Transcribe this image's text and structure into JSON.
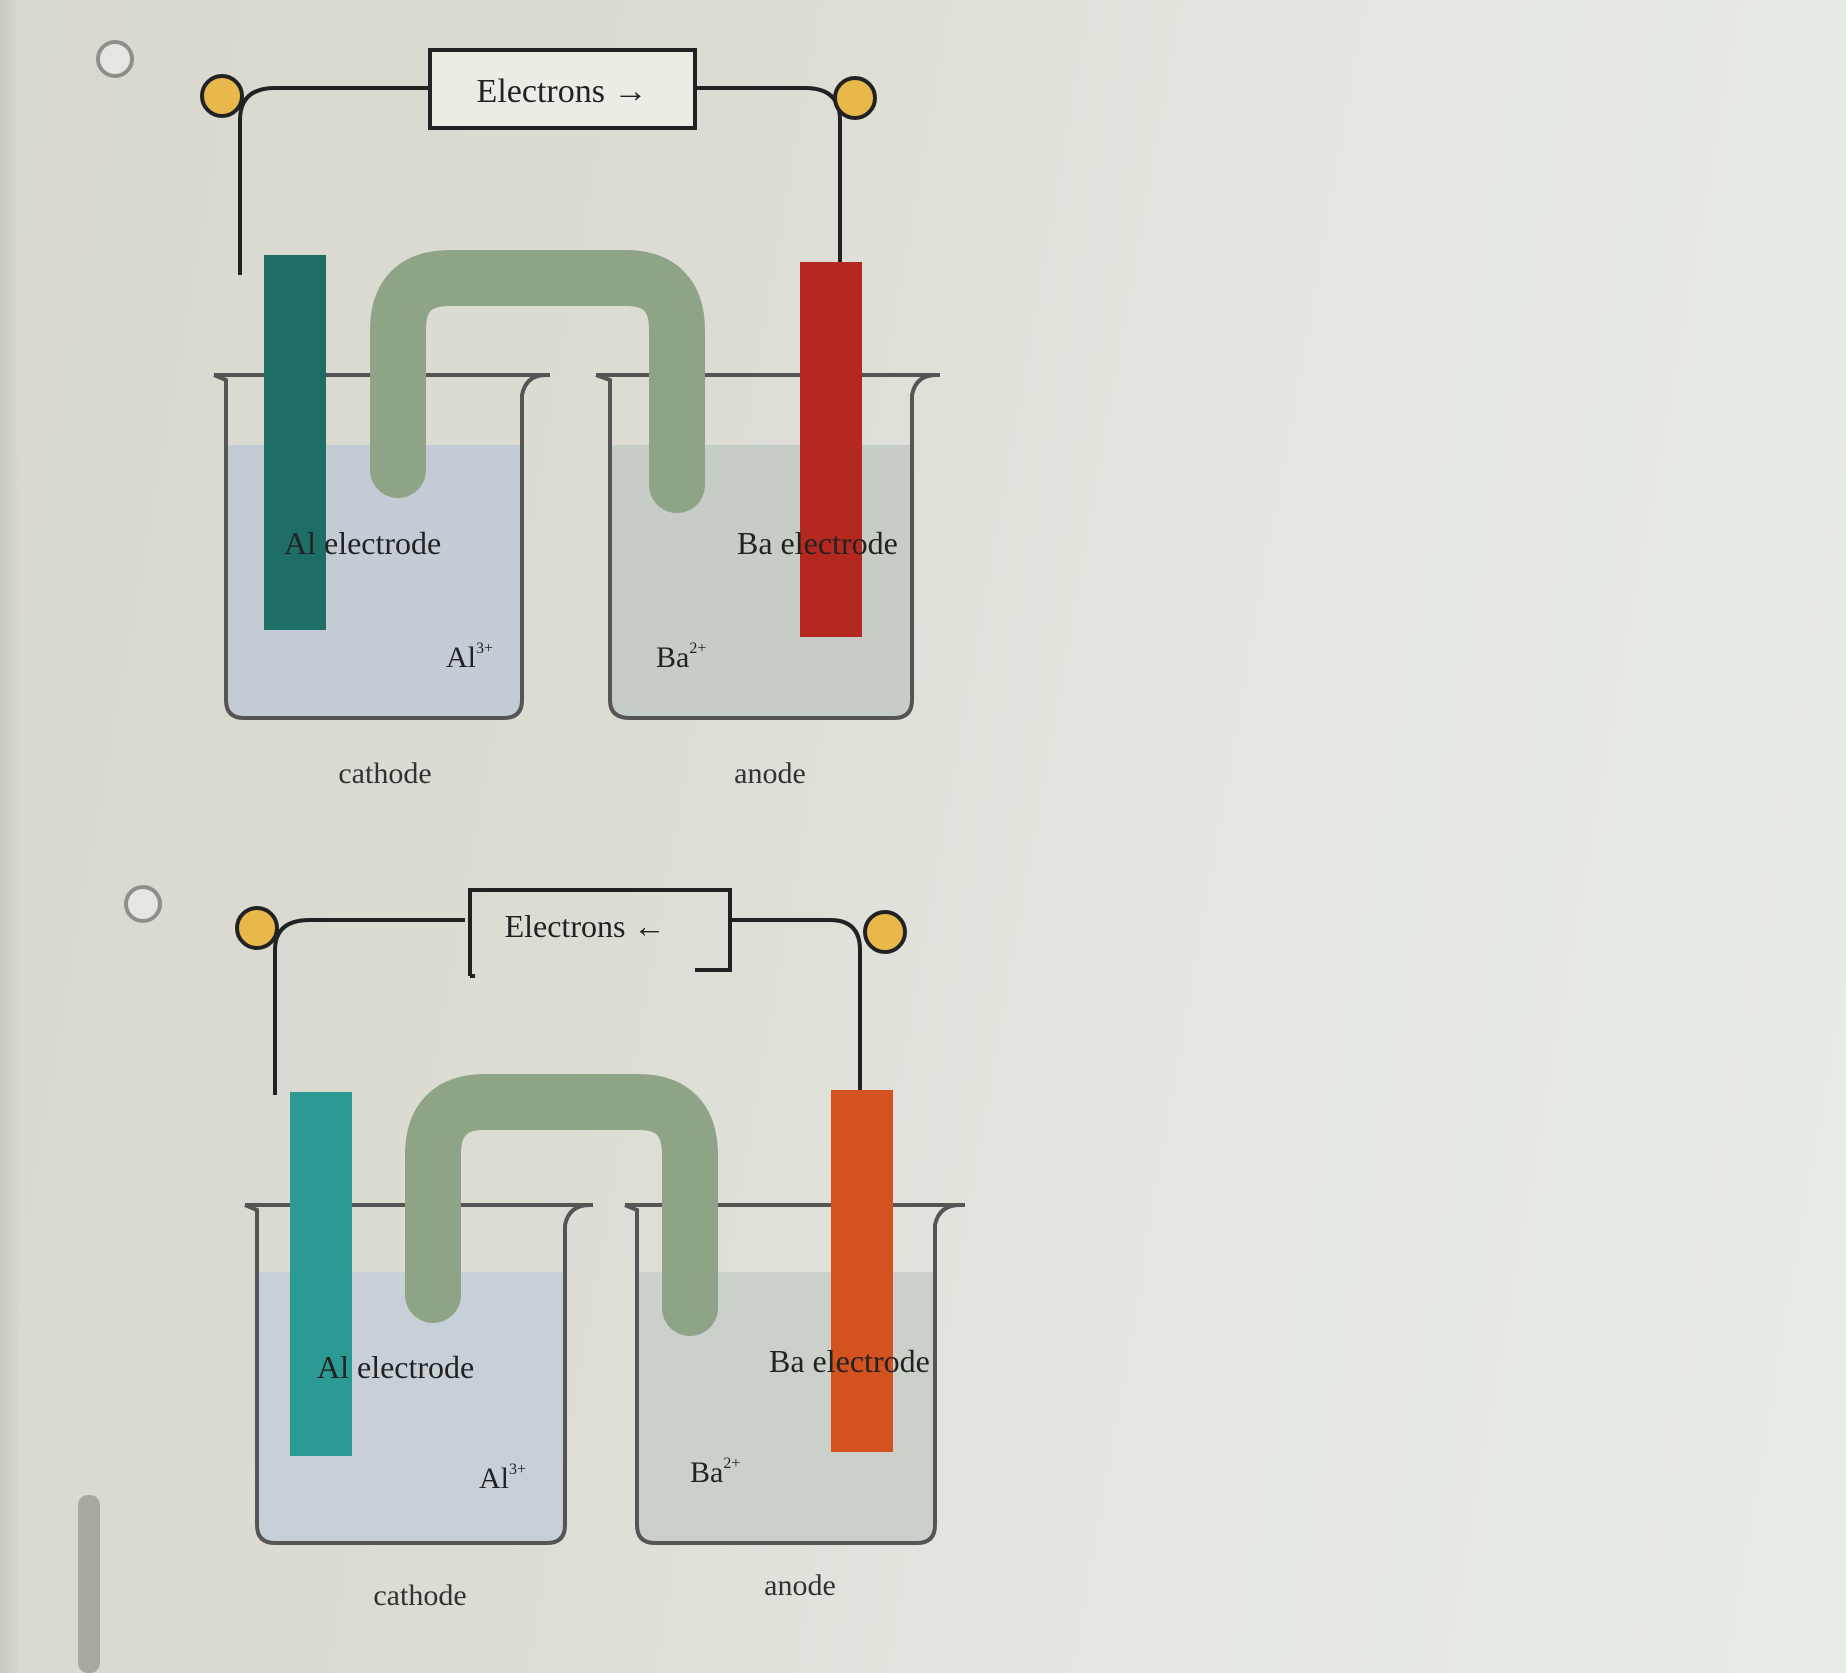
{
  "options": [
    {
      "electrons_label": "Electrons →",
      "left_electrode": "Al electrode",
      "right_electrode": "Ba electrode",
      "left_ion": "Al",
      "left_ion_charge": "3+",
      "right_ion": "Ba",
      "right_ion_charge": "2+",
      "left_cell_label": "cathode",
      "right_cell_label": "anode"
    },
    {
      "electrons_label": "Electrons ←",
      "left_electrode": "Al electrode",
      "right_electrode": "Ba electrode",
      "left_ion": "Al",
      "left_ion_charge": "3+",
      "right_ion": "Ba",
      "right_ion_charge": "2+",
      "left_cell_label": "cathode",
      "right_cell_label": "anode"
    }
  ],
  "colors": {
    "terminal": "#e8b84a",
    "al_electrode_1": "#1f6e66",
    "al_electrode_2": "#2a9a92",
    "ba_electrode_1": "#b5281f",
    "ba_electrode_2": "#d4521f",
    "salt_bridge": "#8fa487",
    "solution_left": "#c3cbd4",
    "solution_right": "#c6ccc6"
  }
}
